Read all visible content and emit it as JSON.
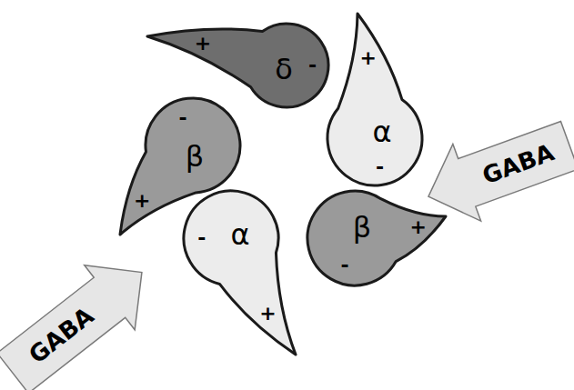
{
  "diagram": {
    "nodes": [
      {
        "text": [
          "+",
          "δ",
          "-"
        ]
      },
      {
        "text": [
          "-",
          "β",
          "+"
        ]
      },
      {
        "text": [
          "+",
          "α",
          "-"
        ]
      },
      {
        "text": [
          "GABA"
        ]
      },
      {
        "text": [
          "-",
          "α",
          "+"
        ]
      },
      {
        "text": [
          "β",
          "+",
          "-"
        ]
      },
      {
        "text": [
          "GABA"
        ]
      }
    ]
  }
}
